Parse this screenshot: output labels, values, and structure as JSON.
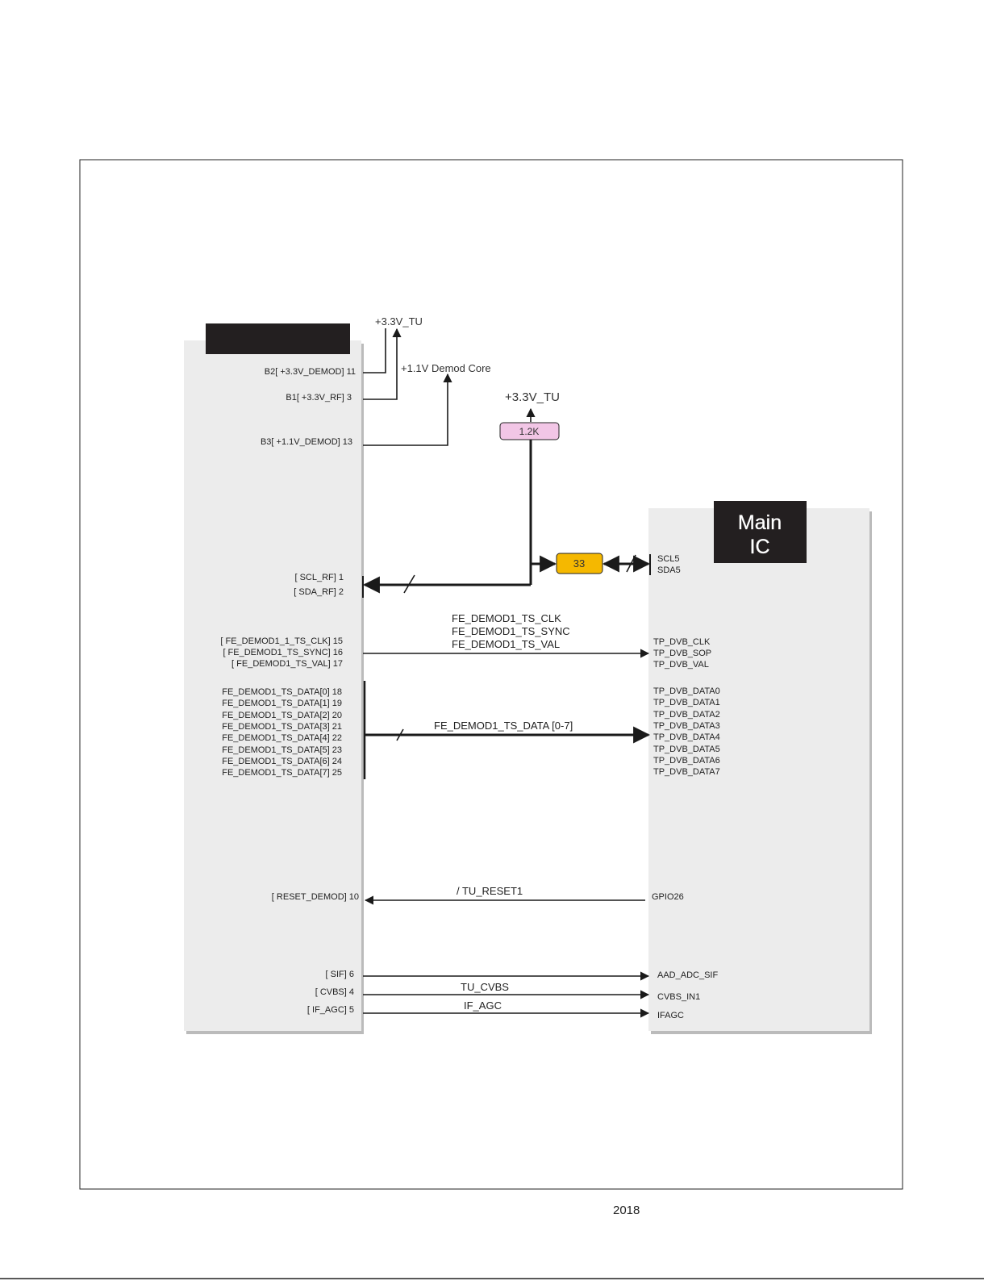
{
  "left_block": {
    "pins": [
      {
        "id": "b2",
        "label": "B2[ +3.3V_DEMOD] 11"
      },
      {
        "id": "b1",
        "label": "B1[ +3.3V_RF] 3"
      },
      {
        "id": "b3",
        "label": "B3[ +1.1V_DEMOD] 13"
      },
      {
        "id": "scl",
        "label": "[ SCL_RF]  1"
      },
      {
        "id": "sda",
        "label": "[ SDA_RF]  2"
      },
      {
        "id": "clk",
        "label": "[ FE_DEMOD1_1_TS_CLK]  15"
      },
      {
        "id": "sync",
        "label": "[ FE_DEMOD1_TS_SYNC]  16"
      },
      {
        "id": "val",
        "label": "[ FE_DEMOD1_TS_VAL]  17"
      },
      {
        "id": "d0",
        "label": "FE_DEMOD1_TS_DATA[0]  18"
      },
      {
        "id": "d1",
        "label": "FE_DEMOD1_TS_DATA[1]  19"
      },
      {
        "id": "d2",
        "label": "FE_DEMOD1_TS_DATA[2]  20"
      },
      {
        "id": "d3",
        "label": "FE_DEMOD1_TS_DATA[3]  21"
      },
      {
        "id": "d4",
        "label": "FE_DEMOD1_TS_DATA[4]  22"
      },
      {
        "id": "d5",
        "label": "FE_DEMOD1_TS_DATA[5]  23"
      },
      {
        "id": "d6",
        "label": "FE_DEMOD1_TS_DATA[6]  24"
      },
      {
        "id": "d7",
        "label": "FE_DEMOD1_TS_DATA[7]  25"
      },
      {
        "id": "rst",
        "label": "[ RESET_DEMOD]  10"
      },
      {
        "id": "sif",
        "label": "[ SIF]  6"
      },
      {
        "id": "cvbs",
        "label": "[ CVBS]  4"
      },
      {
        "id": "ifagc",
        "label": "[ IF_AGC]  5"
      }
    ]
  },
  "main_ic": {
    "title_line1": "Main",
    "title_line2": "IC",
    "pins": [
      {
        "id": "scl5",
        "label": "SCL5"
      },
      {
        "id": "sda5",
        "label": "SDA5"
      },
      {
        "id": "tclk",
        "label": "TP_DVB_CLK"
      },
      {
        "id": "tsop",
        "label": "TP_DVB_SOP"
      },
      {
        "id": "tval",
        "label": "TP_DVB_VAL"
      },
      {
        "id": "td0",
        "label": "TP_DVB_DATA0"
      },
      {
        "id": "td1",
        "label": "TP_DVB_DATA1"
      },
      {
        "id": "td2",
        "label": "TP_DVB_DATA2"
      },
      {
        "id": "td3",
        "label": "TP_DVB_DATA3"
      },
      {
        "id": "td4",
        "label": "TP_DVB_DATA4"
      },
      {
        "id": "td5",
        "label": "TP_DVB_DATA5"
      },
      {
        "id": "td6",
        "label": "TP_DVB_DATA6"
      },
      {
        "id": "td7",
        "label": "TP_DVB_DATA7"
      },
      {
        "id": "gpio",
        "label": "GPIO26"
      },
      {
        "id": "aad",
        "label": "AAD_ADC_SIF"
      },
      {
        "id": "cvbsin",
        "label": "CVBS_IN1"
      },
      {
        "id": "ifagcm",
        "label": "IFAGC"
      }
    ]
  },
  "power": {
    "v33_tu_top": "+3.3V_TU",
    "v11_core": "+1.1V Demod Core",
    "v33_tu_pullup": "+3.3V_TU"
  },
  "components": {
    "pullup_resistor": "1.2K",
    "series_resistor": "33"
  },
  "signals": {
    "ts_clk": "FE_DEMOD1_TS_CLK",
    "ts_sync": "FE_DEMOD1_TS_SYNC",
    "ts_val": "FE_DEMOD1_TS_VAL",
    "ts_data": "FE_DEMOD1_TS_DATA [0-7]",
    "reset": "/ TU_RESET1",
    "cvbs": "TU_CVBS",
    "ifagc": "IF_AGC"
  },
  "footer": {
    "year": "2018"
  },
  "colors": {
    "block_fill": "#ececec",
    "label_box": "#231f20",
    "resistor_pink": "#f2c6e6",
    "resistor_yellow": "#f5b800"
  }
}
